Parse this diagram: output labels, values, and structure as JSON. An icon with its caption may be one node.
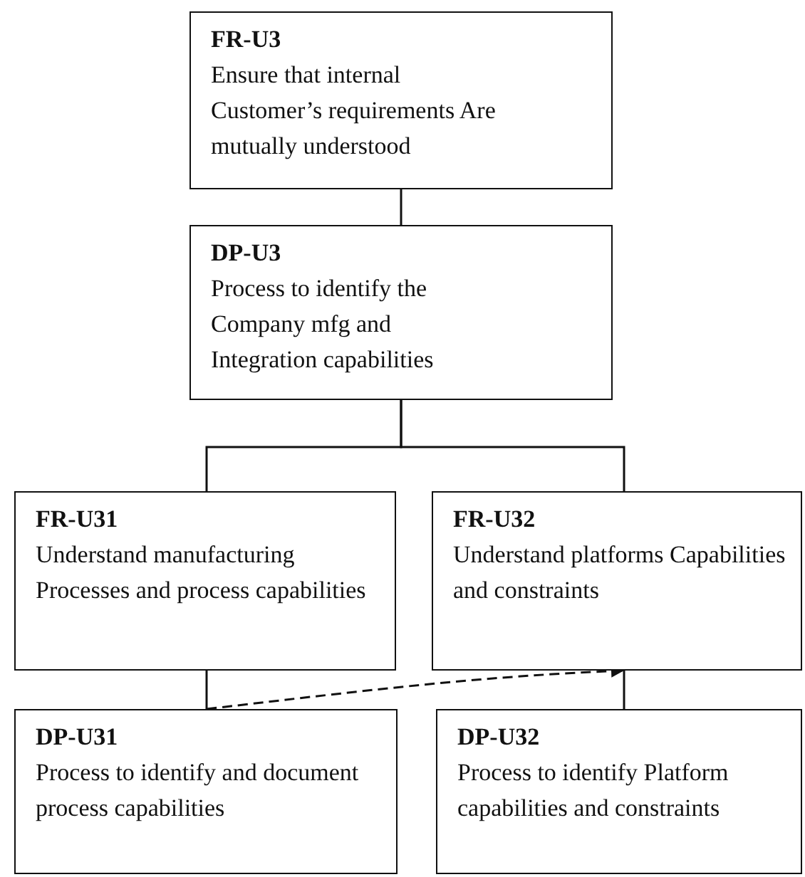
{
  "diagram": {
    "nodes": [
      {
        "text": [
          "FR-U3",
          "Ensure that internal Customer’s requirements Are mutually understood"
        ]
      },
      {
        "text": [
          "DP-U3",
          "Process to identify the Company mfg and Integration capabilities"
        ]
      },
      {
        "text": [
          "FR-U31",
          "Understand manufacturing Processes and process capabilities"
        ]
      },
      {
        "text": [
          "FR-U32",
          "Understand platforms Capabilities and constraints"
        ]
      },
      {
        "text": [
          "DP-U31",
          "Process to identify and document process capabilities"
        ]
      },
      {
        "text": [
          "DP-U32",
          "Process to identify Platform capabilities and constraints"
        ]
      }
    ],
    "edges": [
      {
        "from": 0,
        "to": 1,
        "arrow": "none"
      },
      {
        "from": 1,
        "to": 2,
        "arrow": "none"
      },
      {
        "from": 1,
        "to": 3,
        "arrow": "none"
      },
      {
        "from": 2,
        "to": 4,
        "arrow": "none"
      },
      {
        "from": 3,
        "to": 5,
        "arrow": "none"
      },
      {
        "from": 4,
        "to": 3,
        "arrow": "to",
        "style": "dashed"
      }
    ]
  }
}
